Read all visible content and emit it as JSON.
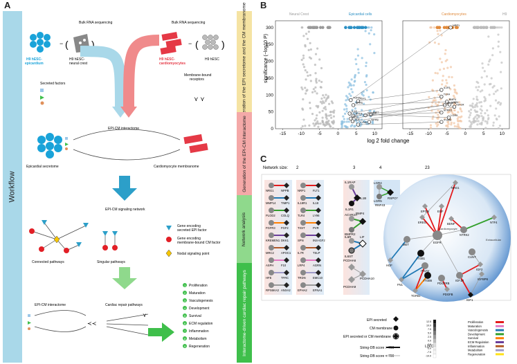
{
  "workflow": {
    "label": "Workflow"
  },
  "panels": {
    "a": "A",
    "b": "B",
    "c": "C"
  },
  "stages": [
    {
      "label": "Generation of the EPI secretome and the CM membranome",
      "color": "#f5e3a3"
    },
    {
      "label": "Generation of the EPI-CM interactome",
      "color": "#f4a9a8"
    },
    {
      "label": "Network analysis",
      "color": "#8fd98c"
    },
    {
      "label": "Interactome-driven cardiac repair pathways",
      "color": "#3fbf4b"
    }
  ],
  "panel_a": {
    "bulk_left": "Bulk RNA sequencing",
    "bulk_right": "Bulk RNA sequencing",
    "h9_epi_line1": "H9 hESC-",
    "h9_epi_line2": "epicardium",
    "h9_nc_line1": "H9 hESC-",
    "h9_nc_line2": "neural crest",
    "h9_cm_line1": "H9 hESC-",
    "h9_cm_line2": "cardiomyocytes",
    "h9_esc": "H9 hESC",
    "minus": "−",
    "secreted_factors": "Secreted factors",
    "membrane_receptors_1": "Membrane-bound",
    "membrane_receptors_2": "receptors",
    "interactome_title": "EPI-CM interactome",
    "epi_secretome": "Epicardial secretome",
    "cm_membranome": "Cardiomyocyte membranome",
    "signaling_network": "EPI-CM signaling network",
    "connected_pathways": "Connected pathways",
    "singular_pathways": "Singular pathways",
    "legend_epi_1": "Gene encoding",
    "legend_epi_2": "secreted EPI factor",
    "legend_cm_1": "Gene encoding",
    "legend_cm_2": "membrane-bound CM factor",
    "legend_nodal": "Nodal signaling point",
    "interactome_bottom": "EPI-CM interactome",
    "repair_pathways": "Cardiac repair pathways",
    "pathways": [
      {
        "n": "1",
        "label": "Proliferation"
      },
      {
        "n": "2",
        "label": "Maturation"
      },
      {
        "n": "3",
        "label": "Vasculogenesis"
      },
      {
        "n": "4",
        "label": "Development"
      },
      {
        "n": "5",
        "label": "Survival"
      },
      {
        "n": "6",
        "label": "ECM regulation"
      },
      {
        "n": "7",
        "label": "Inflammation"
      },
      {
        "n": "8",
        "label": "Metabolism"
      },
      {
        "n": "9",
        "label": "Regeneration"
      }
    ]
  },
  "chart_data": {
    "type": "scatter",
    "title": "",
    "xlabel": "log 2 fold change",
    "ylabel": "significance (−log10 P)",
    "xlim_left": [
      -17,
      12
    ],
    "xlim_right": [
      -17,
      12
    ],
    "ylim": [
      0,
      320
    ],
    "xticks": [
      -15,
      -10,
      -5,
      0,
      5,
      10
    ],
    "yticks": [
      0,
      50,
      100,
      150,
      200,
      250,
      300
    ],
    "groups": [
      {
        "name": "Neural Crest",
        "color": "#9a9a9a"
      },
      {
        "name": "Epicardial cells",
        "color": "#2a8fc4"
      },
      {
        "name": "Cardiomyocytes",
        "color": "#e08a3c"
      },
      {
        "name": "H9",
        "color": "#9a9a9a"
      }
    ],
    "highlighted_epi": [
      {
        "label": "TGFB1",
        "x": 3.5,
        "y": 85
      },
      {
        "label": "IGF1",
        "x": 5.5,
        "y": 82
      },
      {
        "label": "NPPB",
        "x": 4.2,
        "y": 70
      },
      {
        "label": "IL18",
        "x": 3.2,
        "y": 45
      },
      {
        "label": "NTF4",
        "x": 4.2,
        "y": 38
      },
      {
        "label": "FN1",
        "x": 3.5,
        "y": 30
      },
      {
        "label": "HGF",
        "x": 4.0,
        "y": 22
      },
      {
        "label": "RSPO1",
        "x": 7.5,
        "y": 40
      },
      {
        "label": "IGF2",
        "x": 9.0,
        "y": 42
      },
      {
        "label": "LYN6",
        "x": 5.5,
        "y": 12
      },
      {
        "label": "NPPB",
        "x": 8.5,
        "y": 20
      }
    ],
    "highlighted_cm": [
      {
        "label": "NRP1",
        "x": -4.0,
        "y": 300
      },
      {
        "label": "IL1R1",
        "x": -6.5,
        "y": 115
      },
      {
        "label": "TLR4",
        "x": -6.5,
        "y": 95
      },
      {
        "label": "BMP4",
        "x": -5.0,
        "y": 80
      },
      {
        "label": "LGR4",
        "x": -4.3,
        "y": 72
      },
      {
        "label": "IGFBP6",
        "x": -5.6,
        "y": 70
      },
      {
        "label": "IGF1R",
        "x": -3.0,
        "y": 65
      },
      {
        "label": "NTRK2",
        "x": -6.5,
        "y": 48
      },
      {
        "label": "LGR5",
        "x": -4.5,
        "y": 33
      },
      {
        "label": "ITGB6",
        "x": -6.5,
        "y": 20
      }
    ]
  },
  "panel_c": {
    "network_size_label": "Network size:",
    "size_2": "2",
    "size_3": "3",
    "size_4": "4",
    "size_23": "23",
    "pairs": [
      [
        "NRG1",
        "NPPB"
      ],
      [
        "MMP14",
        "TIMP1"
      ],
      [
        "PLOD2",
        "COLQ"
      ],
      [
        "FGFR3",
        "FGF2"
      ],
      [
        "KREMEN1",
        "DKK1"
      ],
      [
        "MRC2",
        "APOC1"
      ],
      [
        "ASPH",
        "F10"
      ],
      [
        "HFE",
        "TFRC"
      ],
      [
        "RPS6KA3",
        "ANXA2"
      ]
    ],
    "pairs2": [
      [
        "NRP1",
        "FLT1"
      ],
      [
        "IL18R1",
        "IL18"
      ],
      [
        "TLR4",
        "LY96"
      ],
      [
        "TIGIT",
        "PVR"
      ],
      [
        "SPN",
        "INS-IGF2"
      ],
      [
        "IL7R",
        "TSLP"
      ],
      [
        "LRP4",
        "AGRN"
      ],
      [
        "TRDN",
        "EMC10"
      ],
      [
        "EPHA2",
        "EFNA1"
      ]
    ],
    "net3a": [
      "IL1RAP",
      "IL1B",
      "IL1R1"
    ],
    "net3b": [
      "ACVR2A",
      "BMP4",
      "BMPR2"
    ],
    "net3c": [
      "IL6R",
      "LIF",
      "IL6ST"
    ],
    "net3d": [
      "PCDHA6",
      "PCDHA10",
      "PCDHA9"
    ],
    "net4": [
      "LGR4",
      "LGR5",
      "RSPO1",
      "RNF43"
    ],
    "big_nodes": [
      "NRG1",
      "EPGN",
      "EGF",
      "EREG",
      "BDNF",
      "NTF4",
      "NTRK2",
      "EGFR",
      "Cardiomyocyte",
      "Extracellular",
      "MET",
      "ITGB1",
      "HGF",
      "CUNT",
      "IGF2",
      "IGFBP6",
      "ITGAV",
      "ITGB6",
      "IGF1R",
      "FN1",
      "TGFB1",
      "PDGFRB",
      "PDGFB",
      "IGF1"
    ],
    "legend_shapes": [
      {
        "label": "EPI secreted"
      },
      {
        "label": "CM membrane"
      },
      {
        "label": "EPI secreted or CM membrane"
      }
    ],
    "legend_string1": "String-DB score > 700",
    "legend_string2": "String-DB score < 700",
    "l2fc_label": "L2FC",
    "l2fc_ticks": [
      "12.5",
      "10.0",
      "7.5",
      "5.0",
      "2.5",
      "0.0",
      "-2.5",
      "-5.0",
      "-7.5",
      "-10.0"
    ],
    "cat_legend": [
      {
        "label": "Proliferation",
        "color": "#e31a1c"
      },
      {
        "label": "Maturation",
        "color": "#e377c2"
      },
      {
        "label": "Vasculogenesis",
        "color": "#1f78b4"
      },
      {
        "label": "Development",
        "color": "#33a02c"
      },
      {
        "label": "Survival",
        "color": "#ff7f00"
      },
      {
        "label": "ECM Regulation",
        "color": "#6a3d9a"
      },
      {
        "label": "Inflammation",
        "color": "#b15928"
      },
      {
        "label": "Metabolism",
        "color": "#9e9ac8"
      },
      {
        "label": "Regeneration",
        "color": "#ffe119"
      }
    ]
  }
}
